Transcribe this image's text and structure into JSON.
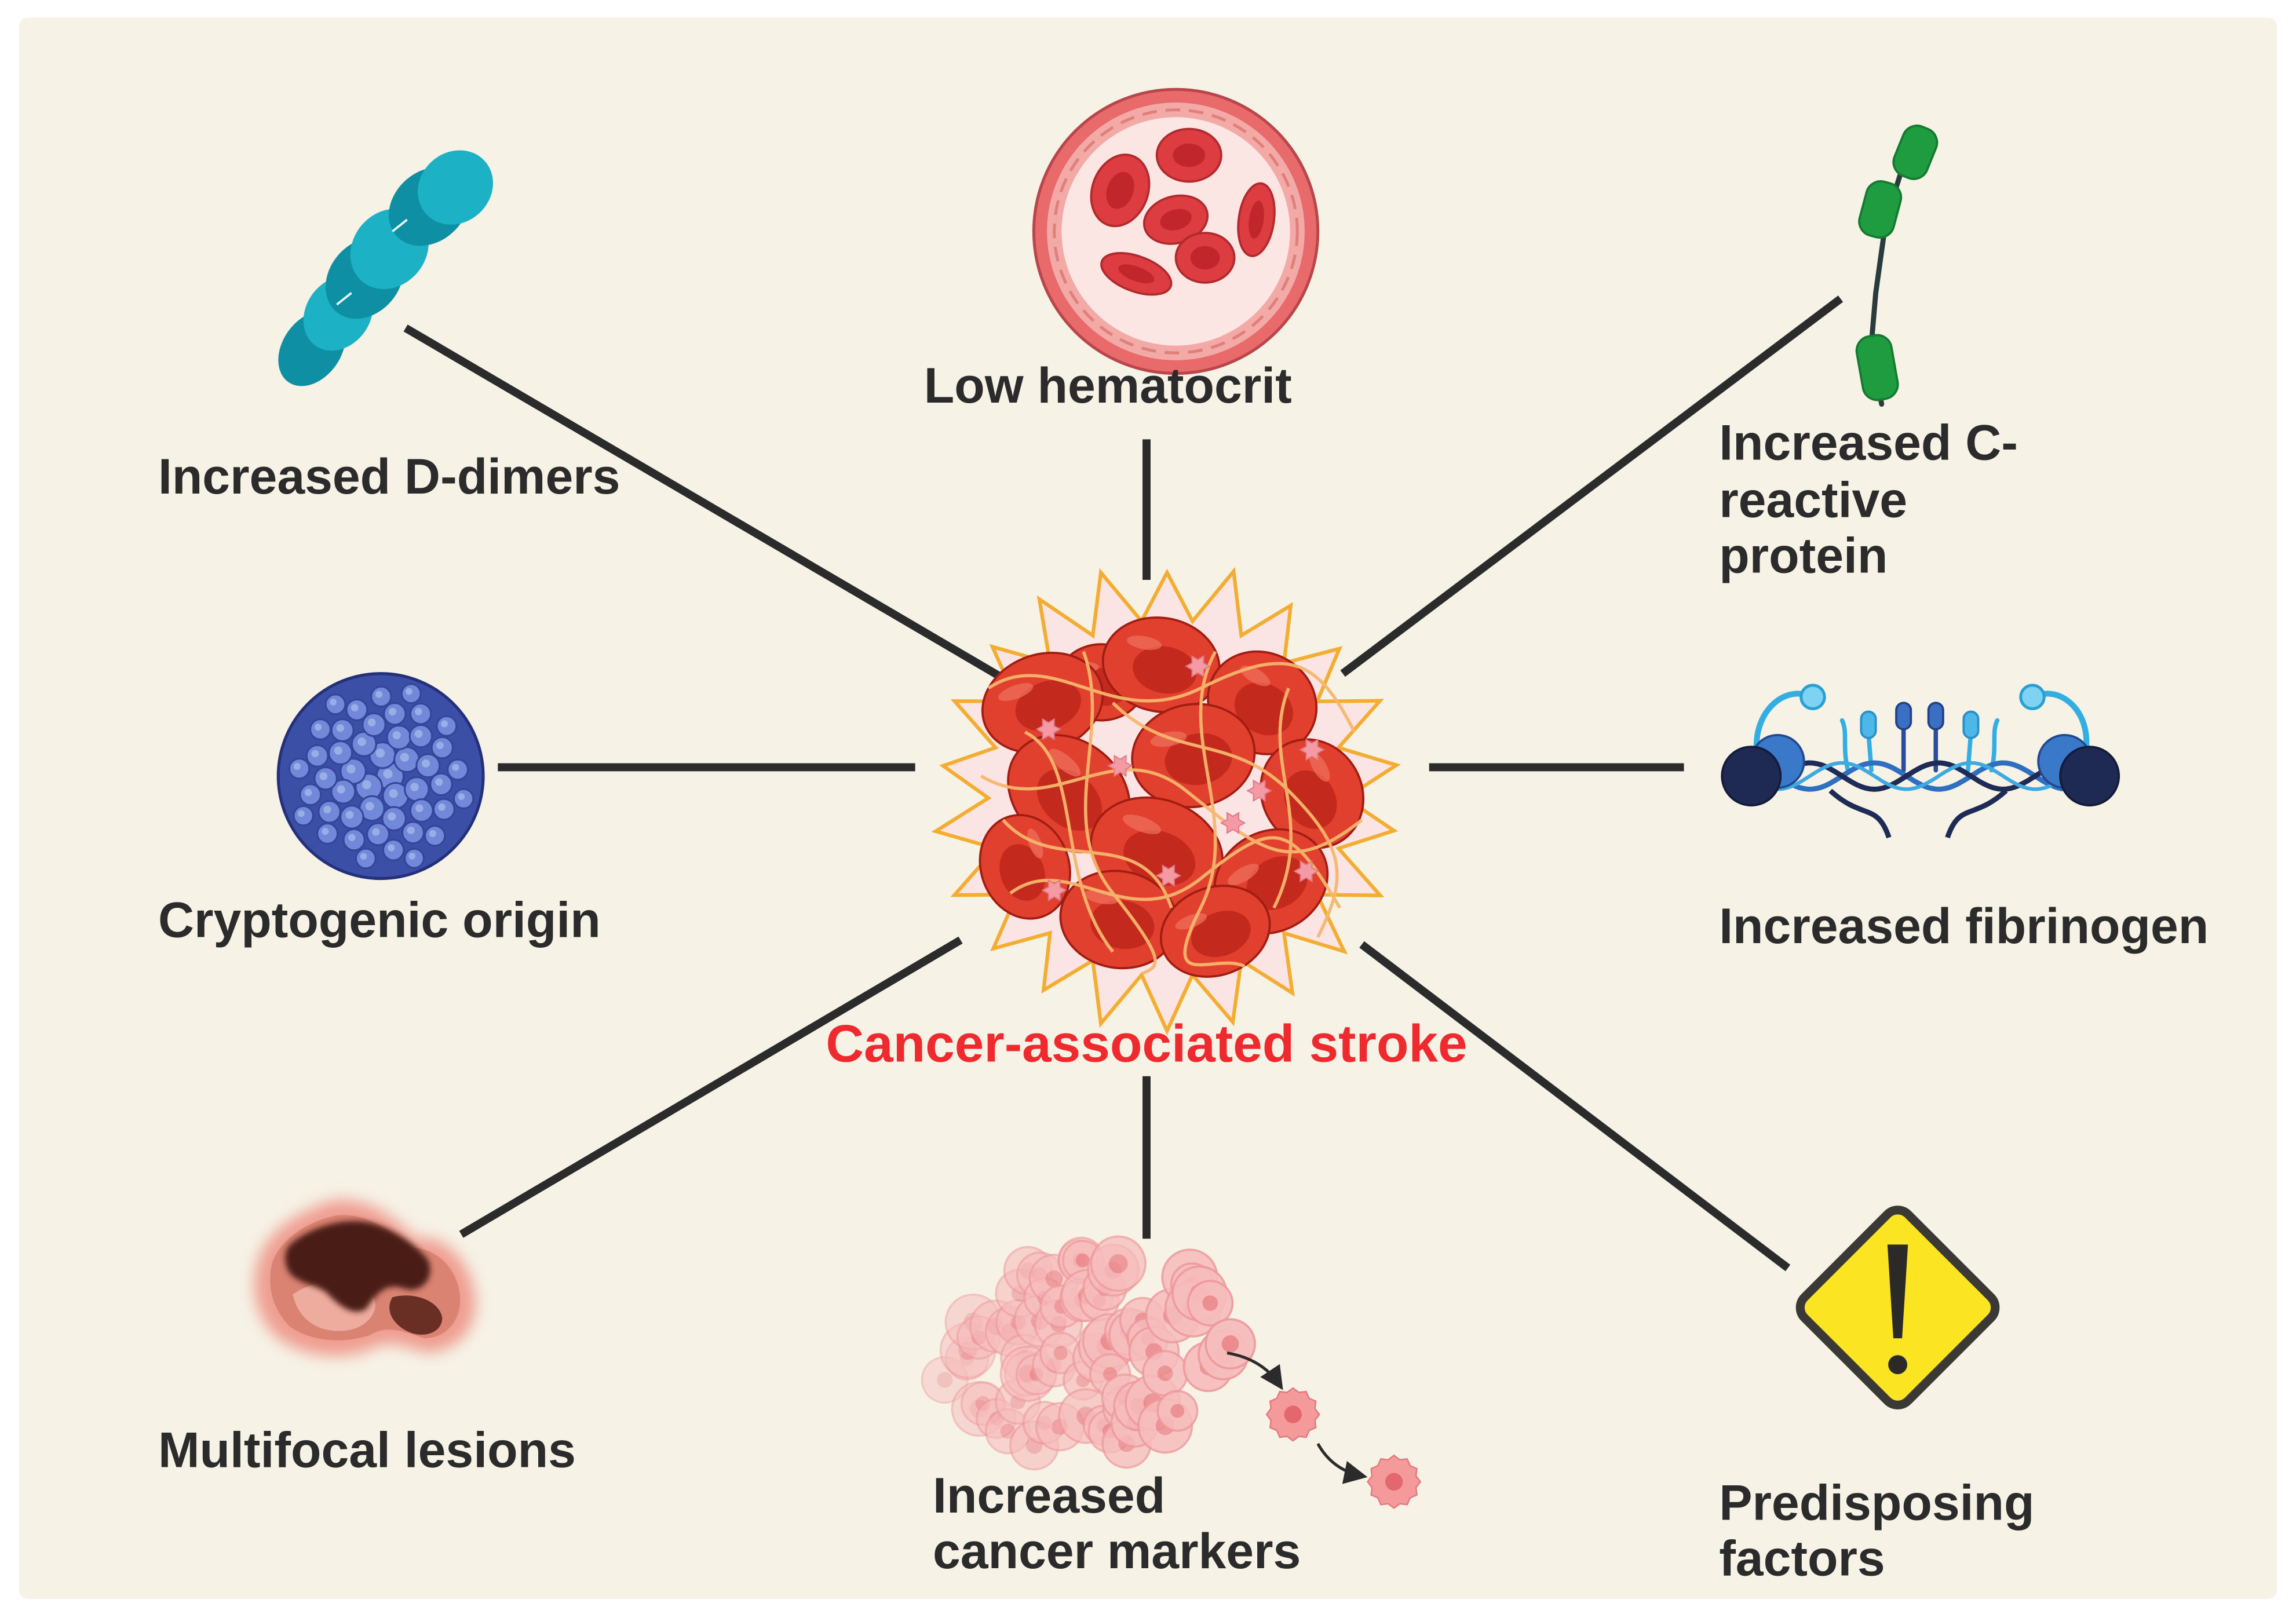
{
  "figure": {
    "center": {
      "label": "Cancer-associated stroke",
      "icon": "blood-clot-icon"
    },
    "features": [
      {
        "lines": [
          "Increased D-dimers"
        ],
        "icon": "d-dimer-molecule-icon"
      },
      {
        "lines": [
          "Low hematocrit"
        ],
        "icon": "blood-vessel-cross-section-icon"
      },
      {
        "lines": [
          "Increased C-",
          "reactive",
          "protein"
        ],
        "icon": "c-reactive-protein-icon"
      },
      {
        "lines": [
          "Cryptogenic origin"
        ],
        "icon": "spherical-particle-icon"
      },
      {
        "lines": [
          "Increased fibrinogen"
        ],
        "icon": "fibrinogen-molecule-icon"
      },
      {
        "lines": [
          "Multifocal lesions"
        ],
        "icon": "brain-lesion-icon"
      },
      {
        "lines": [
          "Increased",
          "cancer markers"
        ],
        "icon": "cancer-cells-icon"
      },
      {
        "lines": [
          "Predisposing",
          "factors"
        ],
        "icon": "warning-sign-icon"
      }
    ]
  },
  "colors": {
    "page_background": "#ffffff",
    "panel_background": "#f6f2e6",
    "label_text": "#2b2b2b",
    "center_label": "#ef2a2f",
    "connector": "#2b2b2b",
    "warning_fill": "#fbe422"
  }
}
